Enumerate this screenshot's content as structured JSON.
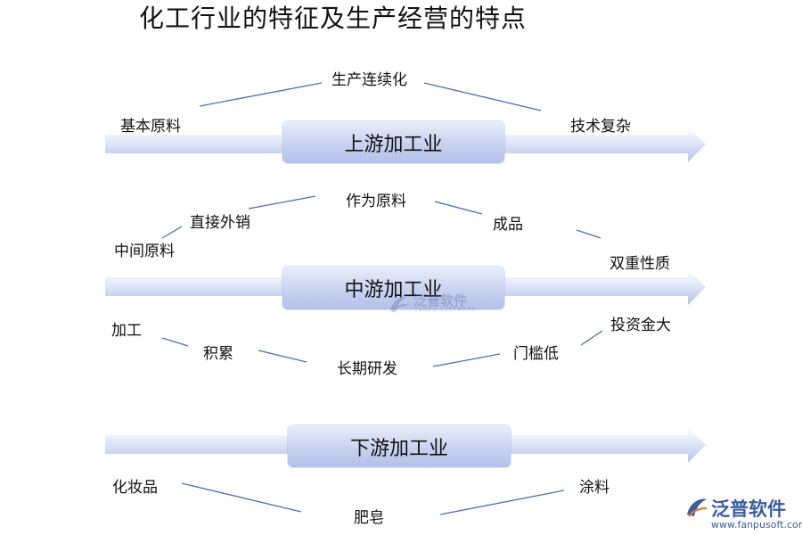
{
  "title": "化工行业的特征及生产经营的特点",
  "stages": {
    "upstream": "上游加工业",
    "midstream": "中游加工业",
    "downstream": "下游加工业"
  },
  "labels": {
    "continuous_production": "生产连续化",
    "basic_raw_material": "基本原料",
    "complex_technology": "技术复杂",
    "as_raw_material": "作为原料",
    "direct_sales": "直接外销",
    "finished_product": "成品",
    "intermediate_raw_material": "中间原料",
    "dual_nature": "双重性质",
    "processing": "加工",
    "investment_large": "投资金大",
    "accumulation": "积累",
    "low_threshold": "门槛低",
    "long_term_rd": "长期研发",
    "cosmetics": "化妆品",
    "coating": "涂料",
    "soap": "肥皂"
  },
  "watermark": {
    "text": "泛普软件",
    "sub": "FANPU SOFTWARE"
  },
  "logo": {
    "text": "泛普软件",
    "url": "www.fanpusoft.com"
  },
  "colors": {
    "arrow_light": "#ffffff",
    "arrow_dark": "#b5c3ea",
    "line": "#4a6fb5",
    "logo": "#3b5d9e"
  }
}
